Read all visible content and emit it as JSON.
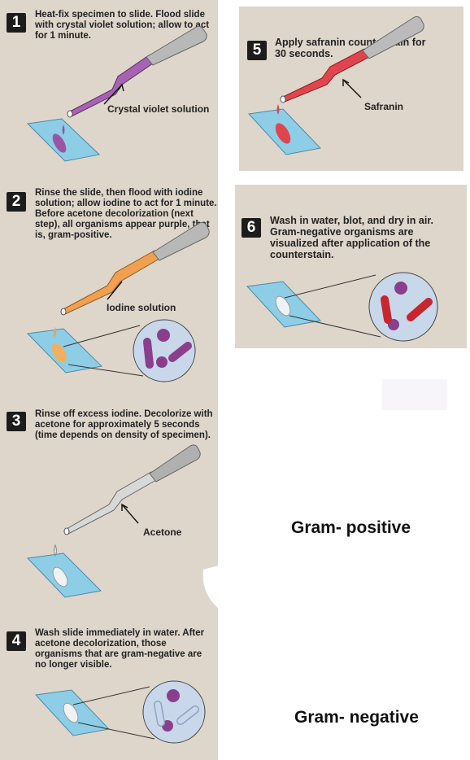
{
  "steps": [
    {
      "number": "1",
      "text": "Heat-fix specimen to slide. Flood slide with crystal violet solution; allow to act for 1 minute.",
      "reagent": "Crystal violet solution"
    },
    {
      "number": "2",
      "text": "Rinse the slide, then flood with iodine solution; allow iodine to act  for 1 minute. Before acetone decolorization (next step), all organisms appear purple, that is, gram-positive.",
      "reagent": "Iodine solution"
    },
    {
      "number": "3",
      "text": "Rinse off excess iodine. Decolorize with acetone for approximately 5 seconds (time depends on density of specimen).",
      "reagent": "Acetone"
    },
    {
      "number": "4",
      "text": "Wash slide immediately in water. After acetone decolorization, those organisms that are gram-negative are no longer visible.",
      "reagent": ""
    },
    {
      "number": "5",
      "text": "Apply safranin counterstain for 30 seconds.",
      "reagent": "Safranin"
    },
    {
      "number": "6",
      "text": "Wash in water, blot, and dry in air. Gram-negative organisms are visualized after application of the counterstain.",
      "reagent": ""
    }
  ],
  "labels": {
    "gram_positive": "Gram- positive",
    "gram_negative": "Gram- negative"
  },
  "colors": {
    "panel": "#ded6cb",
    "crystal_violet": "#9b55a6",
    "iodine": "#f0a050",
    "acetone": "#d8d8d8",
    "safranin": "#e0454f",
    "slide": "#8ecde6",
    "cell_purple": "#8a3f8c",
    "cell_red": "#c8262e"
  }
}
